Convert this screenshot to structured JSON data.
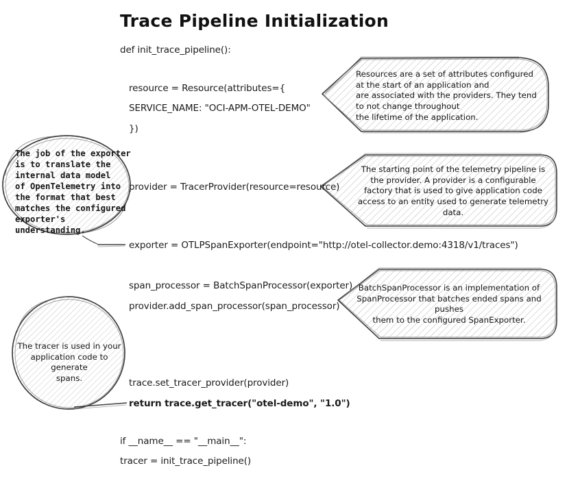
{
  "title": "Trace Pipeline Initialization",
  "code": {
    "def_line": "def init_trace_pipeline():",
    "resource_line": "resource = Resource(attributes={",
    "service_name_line": "SERVICE_NAME: \"OCI-APM-OTEL-DEMO\"",
    "close_brace_line": "})",
    "provider_line": "provider = TracerProvider(resource=resource)",
    "exporter_line": "exporter = OTLPSpanExporter(endpoint=\"http://otel-collector.demo:4318/v1/traces\")",
    "span_processor_line": "span_processor = BatchSpanProcessor(exporter)",
    "add_span_processor_line": "provider.add_span_processor(span_processor)",
    "set_tracer_provider_line": "trace.set_tracer_provider(provider)",
    "return_line": "return trace.get_tracer(\"otel-demo\", \"1.0\")",
    "if_main_line": "if __name__ == \"__main__\":",
    "tracer_assign_bold": "tracer",
    "tracer_assign_rest": " = init_trace_pipeline()"
  },
  "callouts": {
    "resource": {
      "text": "Resources are a set of attributes configured\nat the start of an application and\nare associated with the providers. They tend\nto not change throughout\nthe lifetime of the application.",
      "shape": "pointer-left-rounded-right"
    },
    "exporter": {
      "text": "The job of the exporter\nis to translate the\ninternal data model\nof OpenTelemetry into\nthe format that best\nmatches the configured\nexporter's\nunderstanding.",
      "shape": "ellipse"
    },
    "provider": {
      "text": "The starting point of the telemetry pipeline is\nthe provider. A provider is a configurable\nfactory that is used to give application code\naccess to an entity used to generate telemetry\ndata.",
      "shape": "pointer-left-rounded-right"
    },
    "batch_span_processor": {
      "text": "BatchSpanProcessor is an implementation of\nSpanProcessor that batches ended spans and pushes\nthem to the configured SpanExporter.",
      "shape": "pointer-left-rounded-right"
    },
    "tracer": {
      "text": "The tracer is used in your\napplication code to generate\nspans.",
      "shape": "circle"
    }
  },
  "colors": {
    "stroke": "#3a3a3a",
    "hatch": "#b9b9b9",
    "text": "#151515",
    "background": "#ffffff"
  }
}
